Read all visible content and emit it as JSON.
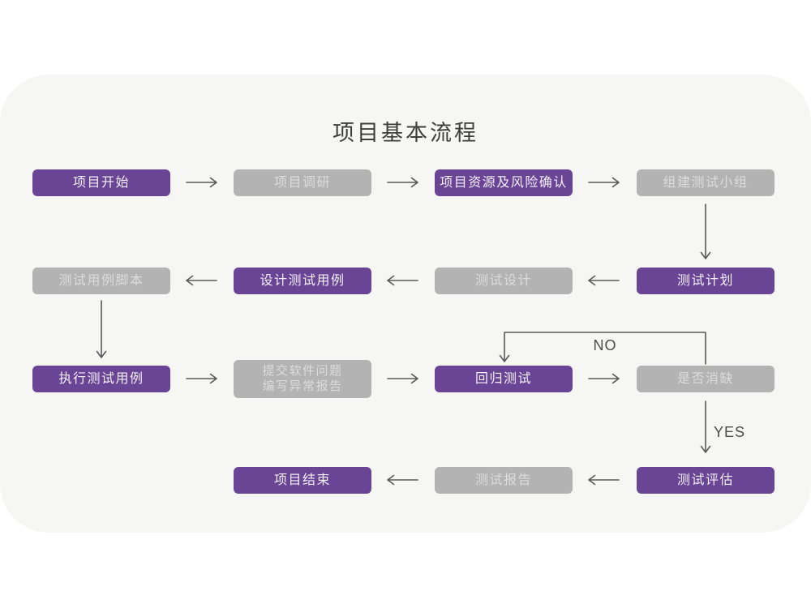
{
  "title": "项目基本流程",
  "branch_labels": {
    "no": "NO",
    "yes": "YES"
  },
  "colors": {
    "accent_purple": "#6A4596",
    "node_gray": "#B3B3B3",
    "card_background": "#F6F6F4",
    "arrow": "#58595B"
  },
  "nodes": [
    {
      "id": "project-start",
      "label": "项目开始",
      "style": "purple"
    },
    {
      "id": "project-research",
      "label": "项目调研",
      "style": "gray"
    },
    {
      "id": "resource-risk-confirm",
      "label": "项目资源及风险确认",
      "style": "purple"
    },
    {
      "id": "build-test-team",
      "label": "组建测试小组",
      "style": "gray"
    },
    {
      "id": "test-case-script",
      "label": "测试用例脚本",
      "style": "gray"
    },
    {
      "id": "design-test-case",
      "label": "设计测试用例",
      "style": "purple"
    },
    {
      "id": "test-design",
      "label": "测试设计",
      "style": "gray"
    },
    {
      "id": "test-plan",
      "label": "测试计划",
      "style": "purple"
    },
    {
      "id": "execute-test-case",
      "label": "执行测试用例",
      "style": "purple"
    },
    {
      "id": "submit-issue-report",
      "line1": "提交软件问题",
      "line2": "编写异常报告",
      "style": "gray"
    },
    {
      "id": "regression-test",
      "label": "回归测试",
      "style": "purple"
    },
    {
      "id": "defect-cleared",
      "label": "是否消缺",
      "style": "gray"
    },
    {
      "id": "project-end",
      "label": "项目结束",
      "style": "purple"
    },
    {
      "id": "test-report",
      "label": "测试报告",
      "style": "gray"
    },
    {
      "id": "test-evaluation",
      "label": "测试评估",
      "style": "purple"
    }
  ],
  "edges": [
    {
      "from": "项目开始",
      "to": "项目调研"
    },
    {
      "from": "项目调研",
      "to": "项目资源及风险确认"
    },
    {
      "from": "项目资源及风险确认",
      "to": "组建测试小组"
    },
    {
      "from": "组建测试小组",
      "to": "测试计划"
    },
    {
      "from": "测试计划",
      "to": "测试设计"
    },
    {
      "from": "测试设计",
      "to": "设计测试用例"
    },
    {
      "from": "设计测试用例",
      "to": "测试用例脚本"
    },
    {
      "from": "测试用例脚本",
      "to": "执行测试用例"
    },
    {
      "from": "执行测试用例",
      "to": "提交软件问题编写异常报告"
    },
    {
      "from": "提交软件问题编写异常报告",
      "to": "回归测试"
    },
    {
      "from": "回归测试",
      "to": "是否消缺"
    },
    {
      "from": "是否消缺",
      "to": "回归测试",
      "label": "NO"
    },
    {
      "from": "是否消缺",
      "to": "测试评估",
      "label": "YES"
    },
    {
      "from": "测试评估",
      "to": "测试报告"
    },
    {
      "from": "测试报告",
      "to": "项目结束"
    }
  ]
}
